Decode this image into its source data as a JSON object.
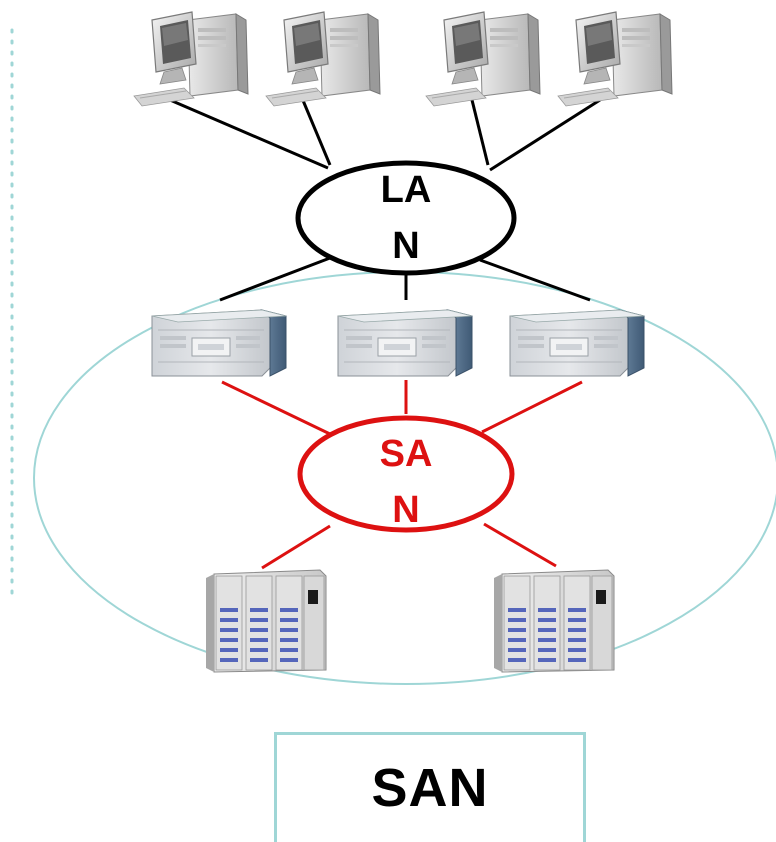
{
  "lan": {
    "line1": "LA",
    "line2": "N"
  },
  "san": {
    "line1": "SA",
    "line2": "N"
  },
  "caption": "SAN",
  "colors": {
    "lan_network": "#000000",
    "san_network": "#dd1111",
    "san_zone_outline": "#9fd6d6",
    "dotted_margin": "#9fd6d6",
    "caption_border": "#9fd6d6"
  },
  "icons": {
    "workstations": [
      "workstation-icon",
      "workstation-icon",
      "workstation-icon",
      "workstation-icon"
    ],
    "servers": [
      "server-icon",
      "server-icon",
      "server-icon"
    ],
    "storage": [
      "storage-array-icon",
      "storage-array-icon"
    ]
  }
}
